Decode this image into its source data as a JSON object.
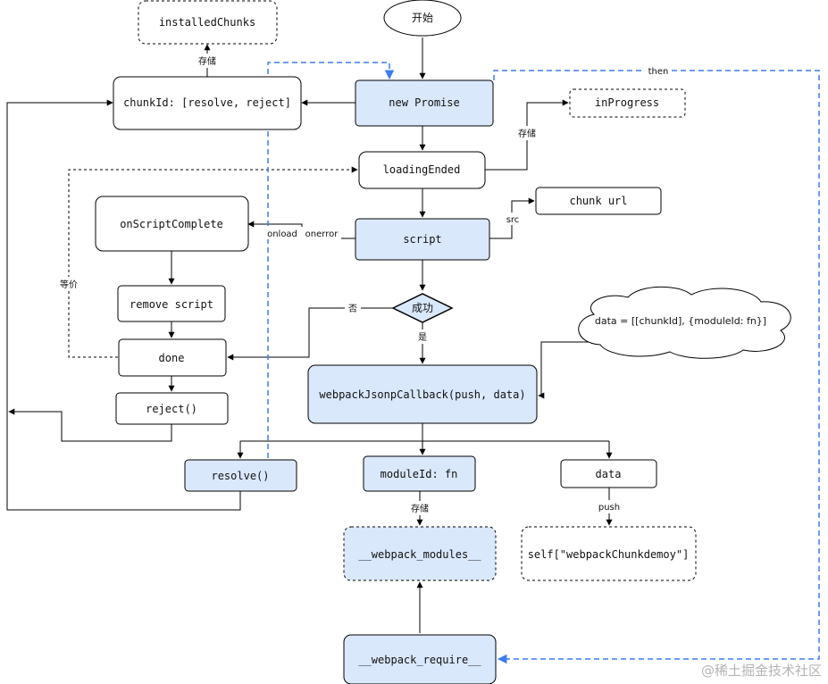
{
  "nodes": {
    "start": "开始",
    "installed_chunks": "installedChunks",
    "chunk_id_store": "chunkId: [resolve, reject]",
    "new_promise": "new Promise",
    "in_progress": "inProgress",
    "loading_ended": "loadingEnded",
    "chunk_url": "chunk url",
    "on_script_complete": "onScriptComplete",
    "script": "script",
    "remove_script": "remove script",
    "success_decision": "成功",
    "done": "done",
    "reject_call": "reject()",
    "jsonp_callback": "webpackJsonpCallback(push, data)",
    "data_cloud": "data = [[chunkId], {moduleId: fn}]",
    "resolve_call": "resolve()",
    "module_id_fn": "moduleId: fn",
    "data_node": "data",
    "webpack_modules": "__webpack_modules__",
    "webpack_chunk_global": "self[\"webpackChunkdemoy\"]",
    "webpack_require": "__webpack_require__"
  },
  "edge_labels": {
    "store_installed": "存储",
    "store_in_progress": "存储",
    "then": "then",
    "src": "src",
    "onload": "onload",
    "onerror": "onerror",
    "equivalent": "等价",
    "no": "否",
    "yes": "是",
    "store_modules": "存储",
    "push": "push"
  },
  "watermark": "@稀土掘金技术社区",
  "colors": {
    "highlight_fill": "#dae8fc",
    "stroke": "#000000",
    "dashed_link": "#3b7df0"
  }
}
